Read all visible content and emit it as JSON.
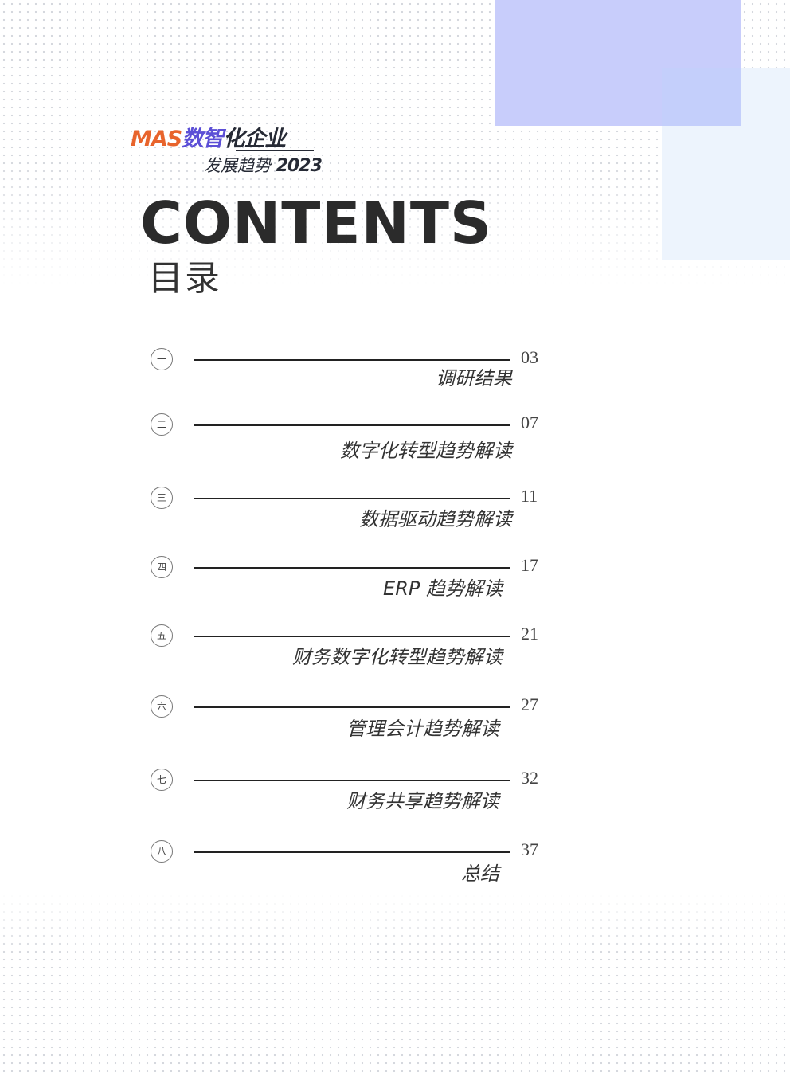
{
  "logo": {
    "brand": "MAS",
    "name_part1": "数智",
    "name_part2": "化企业",
    "subtitle": "发展趋势",
    "year": "2023"
  },
  "title_en": "CONTENTS",
  "title_cn": "目录",
  "toc": [
    {
      "number": "一",
      "page": "03",
      "title": "调研结果"
    },
    {
      "number": "二",
      "page": "07",
      "title": "数字化转型趋势解读"
    },
    {
      "number": "三",
      "page": "11",
      "title": "数据驱动趋势解读"
    },
    {
      "number": "四",
      "page": "17",
      "title": "ERP 趋势解读"
    },
    {
      "number": "五",
      "page": "21",
      "title": "财务数字化转型趋势解读"
    },
    {
      "number": "六",
      "page": "27",
      "title": "管理会计趋势解读"
    },
    {
      "number": "七",
      "page": "32",
      "title": "财务共享趋势解读"
    },
    {
      "number": "八",
      "page": "37",
      "title": "总结"
    }
  ],
  "colors": {
    "brand_orange": "#e8642c",
    "brand_purple": "#5c4fd6",
    "text_dark": "#262a35",
    "accent_block": "#c8cdfb",
    "accent_block_light": "#edf4fd"
  }
}
